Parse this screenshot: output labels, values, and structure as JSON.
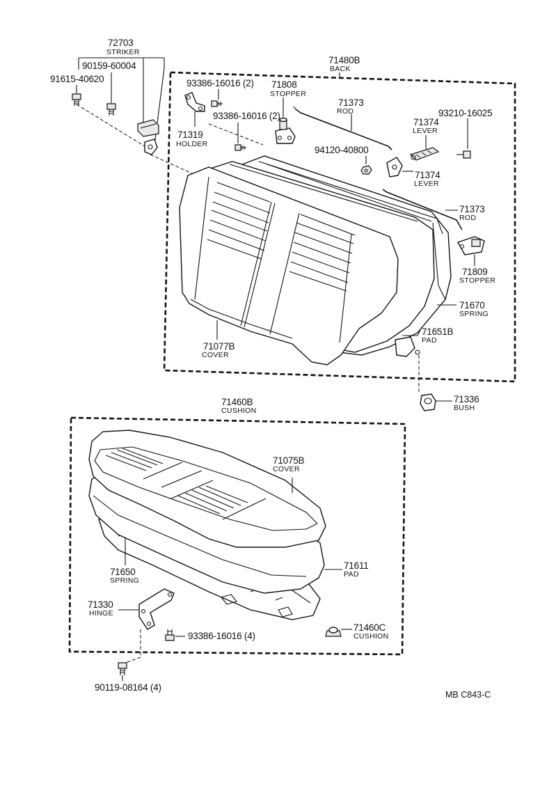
{
  "labels": {
    "striker_no": "72703",
    "striker_name": "STRIKER",
    "bolt_90159": "90159-60004",
    "bolt_91615": "91615-40620",
    "back_no": "71480B",
    "back_name": "BACK",
    "screw_93386_a": "93386-16016 (2)",
    "stopper_71808_no": "71808",
    "stopper_71808_name": "STOPPER",
    "rod_upper_no": "71373",
    "rod_upper_name": "ROD",
    "screw_93210": "93210-16025",
    "lever_upper_no": "71374",
    "lever_upper_name": "LEVER",
    "screw_93386_b": "93386-16016 (2)",
    "holder_no": "71319",
    "holder_name": "HOLDER",
    "nut_94120": "94120-40800",
    "lever_lower_no": "71374",
    "lever_lower_name": "LEVER",
    "rod_lower_no": "71373",
    "rod_lower_name": "ROD",
    "stopper_71809_no": "71809",
    "stopper_71809_name": "STOPPER",
    "spring_back_no": "71670",
    "spring_back_name": "SPRING",
    "pad_back_no": "71651B",
    "pad_back_name": "PAD",
    "cover_back_no": "71077B",
    "cover_back_name": "COVER",
    "bush_no": "71336",
    "bush_name": "BUSH",
    "cushion_no": "71460B",
    "cushion_name": "CUSHION",
    "cover_cushion_no": "71075B",
    "cover_cushion_name": "COVER",
    "spring_cushion_no": "71650",
    "spring_cushion_name": "SPRING",
    "pad_cushion_no": "71611",
    "pad_cushion_name": "PAD",
    "hinge_no": "71330",
    "hinge_name": "HINGE",
    "screw_93386_c": "93386-16016 (4)",
    "cushion_c_no": "71460C",
    "cushion_c_name": "CUSHION",
    "bolt_90119": "90119-08164 (4)",
    "footer_code": "MB  C843-C"
  }
}
